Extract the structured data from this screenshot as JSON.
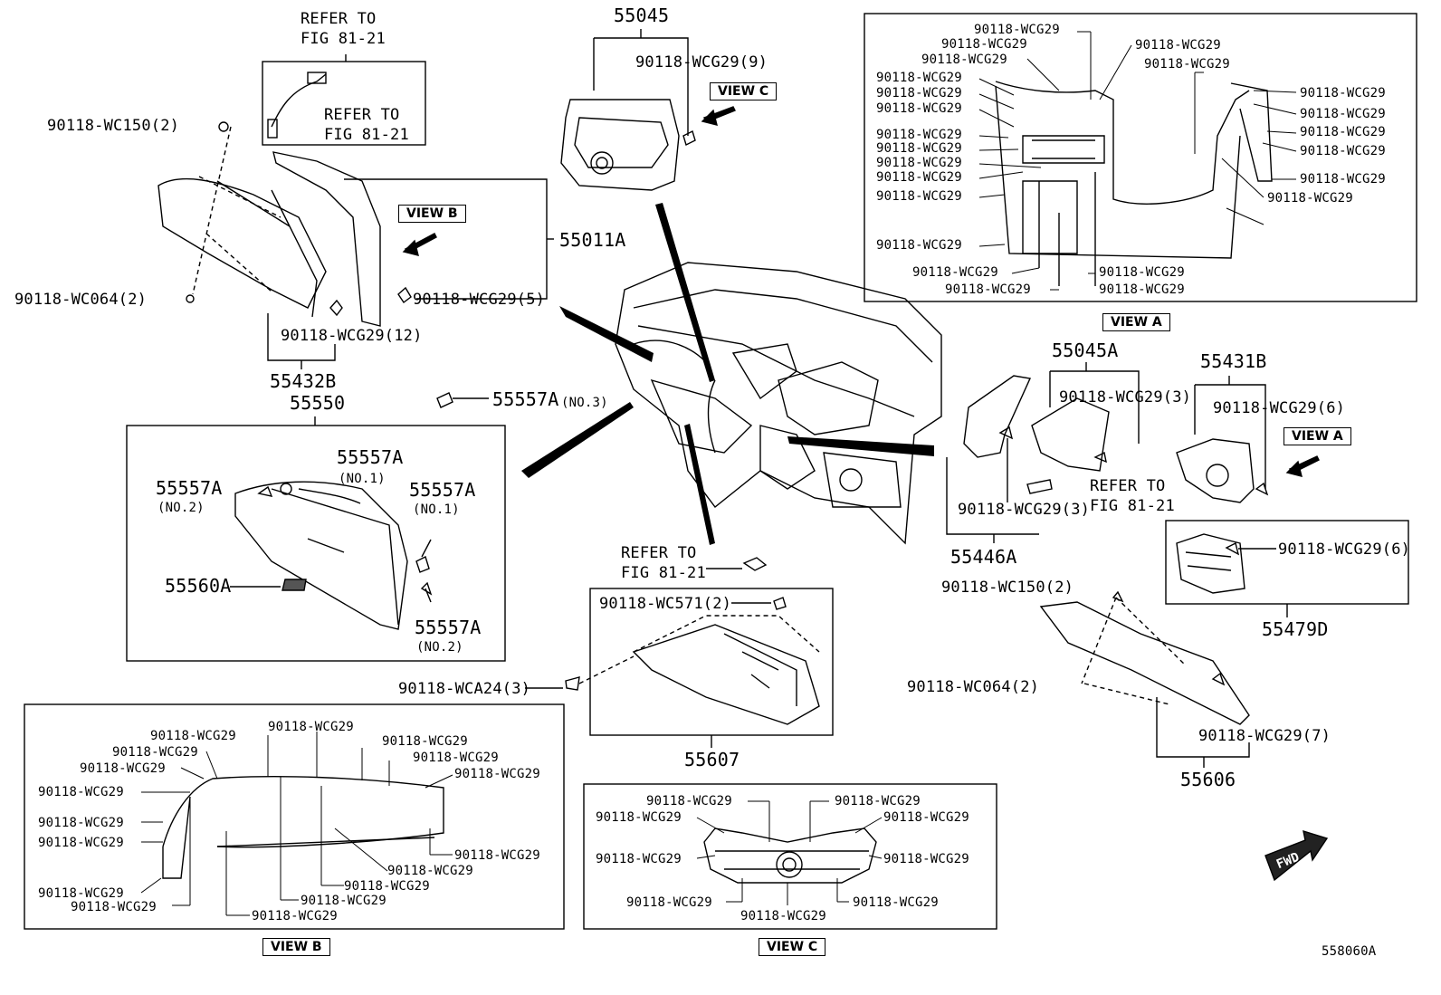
{
  "labels": {
    "refer_top_1": "REFER TO",
    "refer_top_2": "FIG 81-21",
    "refer_inner_1": "REFER TO",
    "refer_inner_2": "FIG 81-21",
    "wc150_left": "90118-WC150(2)",
    "wc064_left": "90118-WC064(2)",
    "wcg29_12": "90118-WCG29(12)",
    "wcg29_5": "90118-WCG29(5)",
    "p55011A": "55011A",
    "p55432B": "55432B",
    "p55550": "55550",
    "p55045": "55045",
    "wcg29_9": "90118-WCG29(9)",
    "p55557A_no3": "55557A",
    "no3": "(NO.3)",
    "p55557A_a": "55557A",
    "no1_a": "(NO.1)",
    "p55557A_b": "55557A",
    "no2_b": "(NO.2)",
    "p55557A_c": "55557A",
    "no1_c": "(NO.1)",
    "p55557A_d": "55557A",
    "no2_d": "(NO.2)",
    "p55560A": "55560A",
    "refer_mid_1": "REFER TO",
    "refer_mid_2": "FIG 81-21",
    "wc571": "90118-WC571(2)",
    "wca24": "90118-WCA24(3)",
    "p55607": "55607",
    "p55045A": "55045A",
    "wcg29_3a": "90118-WCG29(3)",
    "wcg29_3b": "90118-WCG29(3)",
    "refer_right_1": "REFER TO",
    "refer_right_2": "FIG 81-21",
    "p55446A": "55446A",
    "p55431B": "55431B",
    "wcg29_6a": "90118-WCG29(6)",
    "wcg29_6b": "90118-WCG29(6)",
    "p55479D": "55479D",
    "wc150_right": "90118-WC150(2)",
    "wc064_right": "90118-WC064(2)",
    "wcg29_7": "90118-WCG29(7)",
    "p55606": "55606",
    "fwd": "FWD",
    "figure_id": "558060A"
  },
  "view_tags": {
    "view_a": "VIEW A",
    "view_b": "VIEW B",
    "view_c": "VIEW C",
    "view_a_bottom": "VIEW A",
    "view_b_bottom": "VIEW B",
    "view_c_bottom": "VIEW C"
  },
  "view_a_callouts": [
    "90118-WCG29",
    "90118-WCG29",
    "90118-WCG29",
    "90118-WCG29",
    "90118-WCG29",
    "90118-WCG29",
    "90118-WCG29",
    "90118-WCG29",
    "90118-WCG29",
    "90118-WCG29",
    "90118-WCG29",
    "90118-WCG29",
    "90118-WCG29",
    "90118-WCG29",
    "90118-WCG29",
    "90118-WCG29",
    "90118-WCG29",
    "90118-WCG29",
    "90118-WCG29",
    "90118-WCG29",
    "90118-WCG29",
    "90118-WCG29",
    "90118-WCG29",
    "90118-WCG29"
  ],
  "view_b_callouts": [
    "90118-WCG29",
    "90118-WCG29",
    "90118-WCG29",
    "90118-WCG29",
    "90118-WCG29",
    "90118-WCG29",
    "90118-WCG29",
    "90118-WCG29",
    "90118-WCG29",
    "90118-WCG29",
    "90118-WCG29",
    "90118-WCG29",
    "90118-WCG29",
    "90118-WCG29",
    "90118-WCG29",
    "90118-WCG29"
  ],
  "view_c_callouts": [
    "90118-WCG29",
    "90118-WCG29",
    "90118-WCG29",
    "90118-WCG29",
    "90118-WCG29",
    "90118-WCG29",
    "90118-WCG29",
    "90118-WCG29",
    "90118-WCG29"
  ]
}
